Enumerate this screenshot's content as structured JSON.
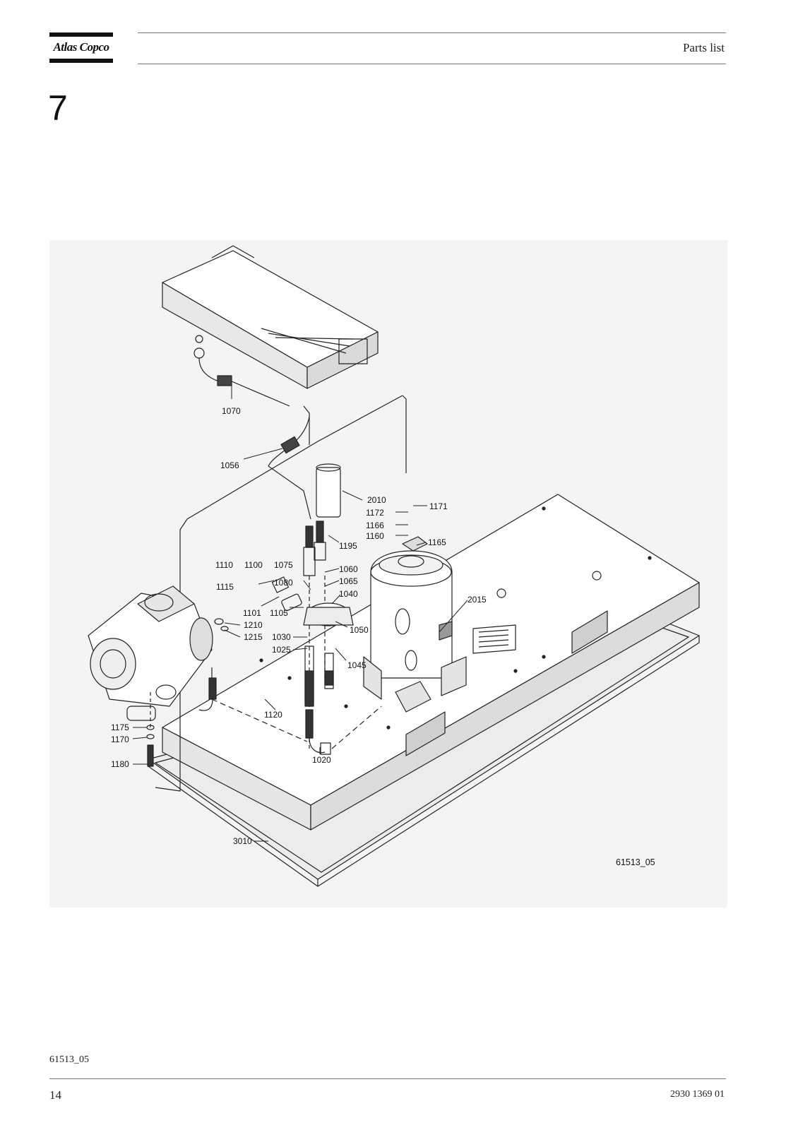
{
  "header": {
    "brand": "Atlas Copco",
    "title": "Parts list"
  },
  "section": {
    "number": "7"
  },
  "figure": {
    "id": "61513_05",
    "callouts": [
      "1070",
      "1056",
      "2010",
      "1171",
      "1172",
      "1166",
      "1160",
      "1195",
      "1165",
      "1110",
      "1100",
      "1075",
      "1060",
      "1065",
      "1115",
      "1080",
      "1040",
      "2015",
      "1101",
      "1105",
      "1210",
      "1215",
      "1050",
      "1030",
      "1025",
      "1045",
      "1120",
      "1175",
      "1170",
      "1020",
      "1180",
      "3010"
    ]
  },
  "footer": {
    "caption": "61513_05",
    "page": "14",
    "doc_number": "2930 1369 01"
  }
}
